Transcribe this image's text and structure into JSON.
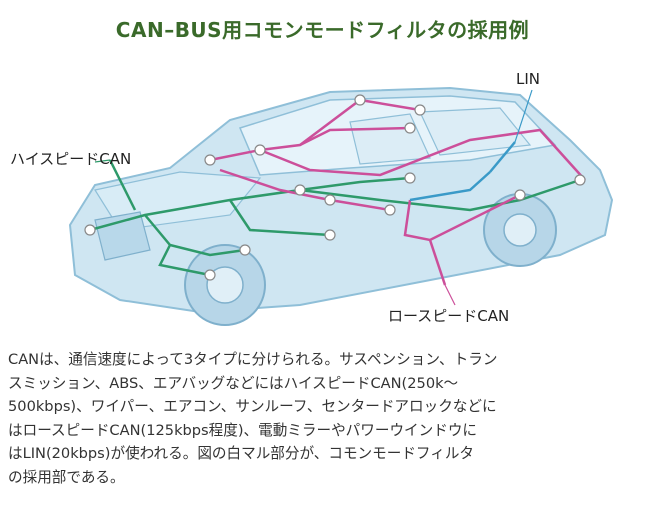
{
  "title": "CAN–BUS用コモンモードフィルタの採用例",
  "labels": {
    "lin": "LIN",
    "high_speed": "ハイスピードCAN",
    "low_speed": "ロースピードCAN"
  },
  "description_lines": [
    "CANは、通信速度によって3タイプに分けられる。サスペンション、トラン",
    "スミッション、ABS、エアバッグなどにはハイスピードCAN(250k～",
    "500kbps)、ワイパー、エアコン、サンルーフ、センタードアロックなどに",
    "はロースピードCAN(125kbps程度)、電動ミラーやパワーウインドウに",
    "はLIN(20kbps)が使われる。図の白マル部分が、コモンモードフィルタ",
    "の採用部である。"
  ],
  "colors": {
    "title": "#3a6a2a",
    "car_fill": "#cfe6f2",
    "car_stroke": "#8fbfd8",
    "high_speed_line": "#2e9a6a",
    "low_speed_line": "#cc4f9a",
    "lin_line": "#3a9ac8"
  }
}
